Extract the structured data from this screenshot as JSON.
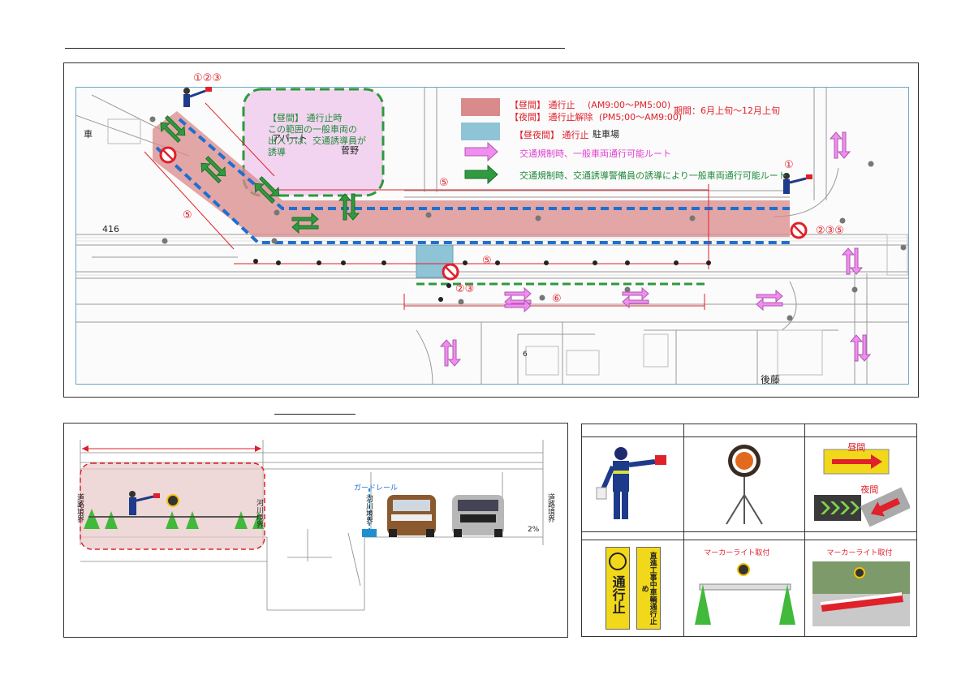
{
  "legend": {
    "day_closure": "【昼間】 通行止",
    "day_closure_time": "(AM9:00～PM5:00)",
    "night_release": "【夜間】 通行止解除",
    "night_release_time": "(PM5;00～AM9:00)",
    "period": "期間：6月上旬～12月上旬",
    "day_night_closure": "【昼夜間】 通行止",
    "parking": "駐車場",
    "pink_route": "交通規制時、一般車両通行可能ルート",
    "green_route": "交通規制時、交通誘導警備員の誘導により一般車両通行可能ルート"
  },
  "callout": {
    "line1": "【昼間】 通行止時",
    "line2": "この範囲の一般車両の",
    "line3": "出入りは、交通誘導員が",
    "line4": "誘導"
  },
  "map_labels": {
    "guard_marks_top": "①②③",
    "guard_mark_right": "①",
    "mark_235_right": "②③⑤",
    "mark_23_center": "②③",
    "mark_5_top": "⑤",
    "mark_5_left": "⑤",
    "mark_5_center": "⑤",
    "mark_6": "⑥",
    "num_416": "416",
    "car": "車",
    "goto": "後藤",
    "apt": "アパート",
    "suga": "菅野",
    "g6": "6"
  },
  "section": {
    "guardrail": "ガードレール",
    "road_boundary_left": "道路境界",
    "road_boundary_right": "道路境界",
    "river_boundary_1": "河川境界",
    "river_boundary_2": "河川境界",
    "pct": "2%"
  },
  "photos": {
    "day_label": "昼間",
    "night_label": "夜間",
    "sign_text": "通行止",
    "sign2_text": "直進工事中車輌通行止め",
    "marker_light_1": "マーカーライト取付",
    "marker_light_2": "マーカーライト取付"
  },
  "colors": {
    "closure_red": "#d98a8a",
    "day_night_blue": "#8fc3d6",
    "pink_arrow": "#f08ef0",
    "green_arrow": "#2f9a3f",
    "callout_fill": "#f3d4f0",
    "callout_border": "#2c9a3c",
    "blue_dash": "#1e6fd0"
  }
}
